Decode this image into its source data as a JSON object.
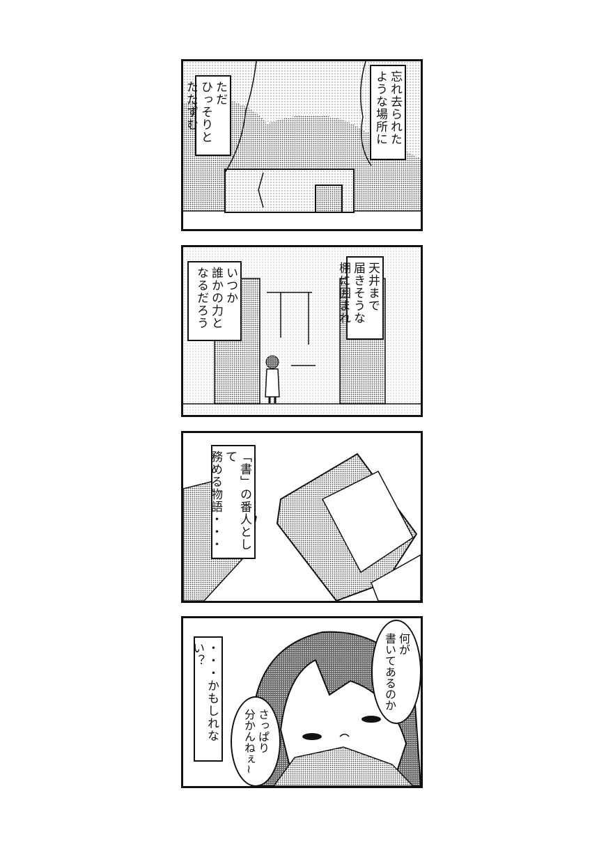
{
  "panels": [
    {
      "captions": [
        "忘れ去られた\nような場所に",
        "ただ\nひっそりと\nたたずむ"
      ]
    },
    {
      "captions": [
        "天井まで\n届きそうな\n棚に囲まれ",
        "いつか\n誰かの力と\nなるだろう"
      ]
    },
    {
      "captions": [
        "「書」の番人として\n務める物語・・・"
      ]
    },
    {
      "captions": [
        "・・・かもしれない？"
      ],
      "speech": [
        "何が\n書いてあるのか",
        "さっぱり\n分かんねぇ~"
      ]
    }
  ]
}
